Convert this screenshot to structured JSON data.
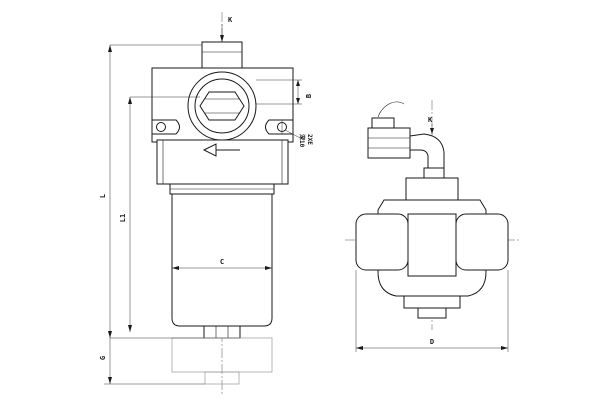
{
  "labels": {
    "K_front": "K",
    "K_side": "K",
    "B": "B",
    "L": "L",
    "L1": "L1",
    "C": "C",
    "G": "G",
    "D": "D",
    "twoXE": "2XE",
    "depth": "深10"
  }
}
